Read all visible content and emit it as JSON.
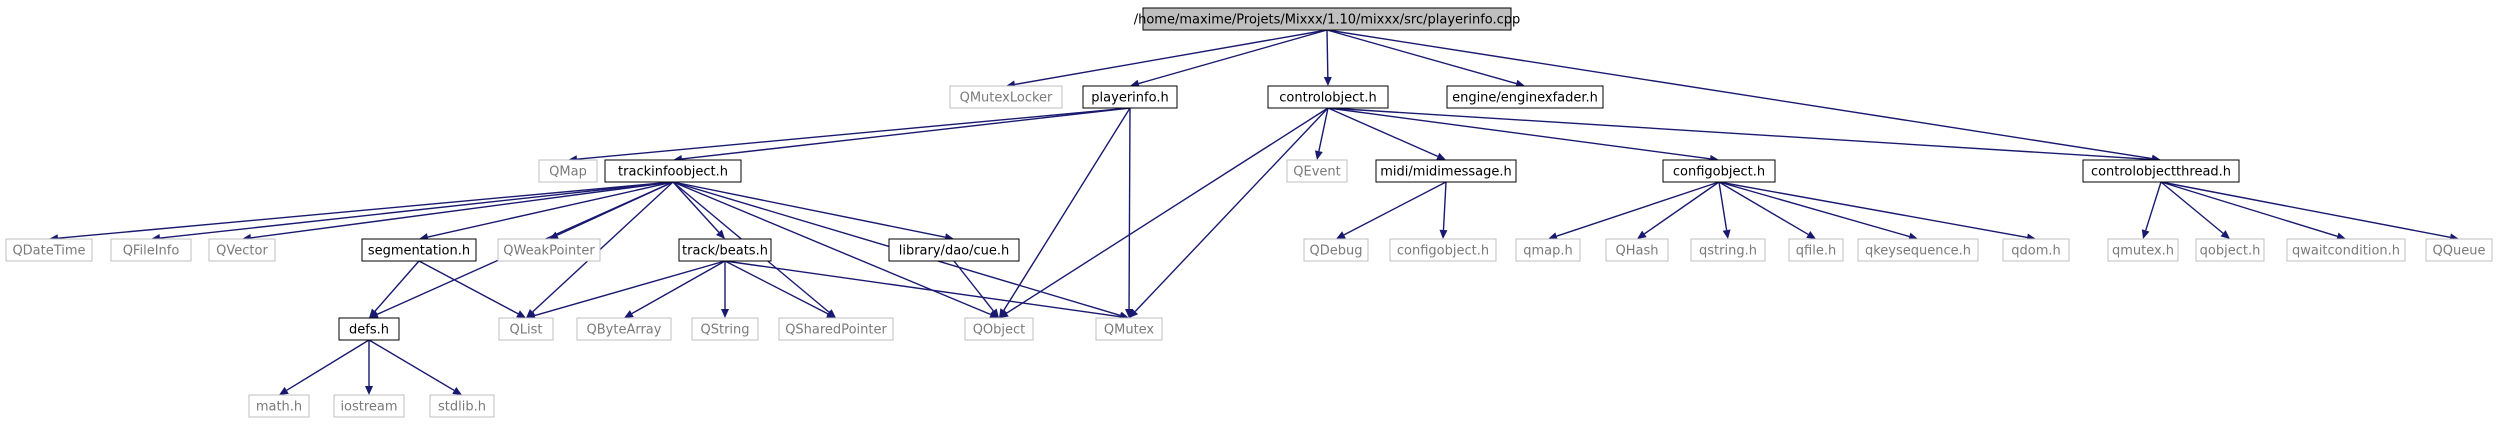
{
  "colors": {
    "edge": "#191970",
    "root_fill": "#bfbfbf",
    "internal_border": "#000000",
    "external_border": "#bfbfbf",
    "external_text": "#7a7a7a"
  },
  "nodes": {
    "root": "/home/maxime/Projets/Mixxx/1.10/mixxx/src/playerinfo.cpp",
    "qmutexlocker": "QMutexLocker",
    "playerinfo_h": "playerinfo.h",
    "controlobject_h": "controlobject.h",
    "enginexfader_h": "engine/enginexfader.h",
    "qmap": "QMap",
    "trackinfoobject_h": "trackinfoobject.h",
    "qevent": "QEvent",
    "midimessage_h": "midi/midimessage.h",
    "configobject_h": "configobject.h",
    "controlobjectthread_h": "controlobjectthread.h",
    "qdatetime": "QDateTime",
    "qfileinfo": "QFileInfo",
    "qvector": "QVector",
    "segmentation_h": "segmentation.h",
    "qweakpointer": "QWeakPointer",
    "beats_h": "track/beats.h",
    "cue_h": "library/dao/cue.h",
    "qdebug": "QDebug",
    "configobject_h_ext": "configobject.h",
    "qmap_h": "qmap.h",
    "qhash": "QHash",
    "qstring_h": "qstring.h",
    "qfile_h": "qfile.h",
    "qkeysequence_h": "qkeysequence.h",
    "qdom_h": "qdom.h",
    "qmutex_h": "qmutex.h",
    "qobject_h": "qobject.h",
    "qwaitcondition_h": "qwaitcondition.h",
    "qqueue": "QQueue",
    "defs_h": "defs.h",
    "qlist": "QList",
    "qbytearray": "QByteArray",
    "qstring": "QString",
    "qsharedpointer": "QSharedPointer",
    "qobject": "QObject",
    "qmutex": "QMutex",
    "math_h": "math.h",
    "iostream": "iostream",
    "stdlib_h": "stdlib.h"
  },
  "edges": [
    [
      "root",
      "qmutexlocker"
    ],
    [
      "root",
      "playerinfo_h"
    ],
    [
      "root",
      "controlobject_h"
    ],
    [
      "root",
      "enginexfader_h"
    ],
    [
      "root",
      "controlobjectthread_h"
    ],
    [
      "playerinfo_h",
      "qmap"
    ],
    [
      "playerinfo_h",
      "trackinfoobject_h"
    ],
    [
      "playerinfo_h",
      "qobject"
    ],
    [
      "playerinfo_h",
      "qmutex"
    ],
    [
      "trackinfoobject_h",
      "qdatetime"
    ],
    [
      "trackinfoobject_h",
      "qfileinfo"
    ],
    [
      "trackinfoobject_h",
      "qvector"
    ],
    [
      "trackinfoobject_h",
      "segmentation_h"
    ],
    [
      "trackinfoobject_h",
      "qweakpointer"
    ],
    [
      "trackinfoobject_h",
      "beats_h"
    ],
    [
      "trackinfoobject_h",
      "cue_h"
    ],
    [
      "trackinfoobject_h",
      "defs_h"
    ],
    [
      "trackinfoobject_h",
      "qlist"
    ],
    [
      "trackinfoobject_h",
      "qsharedpointer"
    ],
    [
      "trackinfoobject_h",
      "qobject"
    ],
    [
      "trackinfoobject_h",
      "qmutex"
    ],
    [
      "segmentation_h",
      "defs_h"
    ],
    [
      "segmentation_h",
      "qlist"
    ],
    [
      "beats_h",
      "qlist"
    ],
    [
      "beats_h",
      "qbytearray"
    ],
    [
      "beats_h",
      "qstring"
    ],
    [
      "beats_h",
      "qsharedpointer"
    ],
    [
      "beats_h",
      "qmutex"
    ],
    [
      "cue_h",
      "qobject"
    ],
    [
      "defs_h",
      "math_h"
    ],
    [
      "defs_h",
      "iostream"
    ],
    [
      "defs_h",
      "stdlib_h"
    ],
    [
      "controlobject_h",
      "qevent"
    ],
    [
      "controlobject_h",
      "midimessage_h"
    ],
    [
      "controlobject_h",
      "configobject_h"
    ],
    [
      "controlobject_h",
      "controlobjectthread_h"
    ],
    [
      "controlobject_h",
      "qobject"
    ],
    [
      "controlobject_h",
      "qmutex"
    ],
    [
      "midimessage_h",
      "qdebug"
    ],
    [
      "midimessage_h",
      "configobject_h_ext"
    ],
    [
      "configobject_h",
      "qmap_h"
    ],
    [
      "configobject_h",
      "qhash"
    ],
    [
      "configobject_h",
      "qstring_h"
    ],
    [
      "configobject_h",
      "qfile_h"
    ],
    [
      "configobject_h",
      "qkeysequence_h"
    ],
    [
      "configobject_h",
      "qdom_h"
    ],
    [
      "controlobjectthread_h",
      "qmutex_h"
    ],
    [
      "controlobjectthread_h",
      "qobject_h"
    ],
    [
      "controlobjectthread_h",
      "qwaitcondition_h"
    ],
    [
      "controlobjectthread_h",
      "qqueue"
    ]
  ]
}
